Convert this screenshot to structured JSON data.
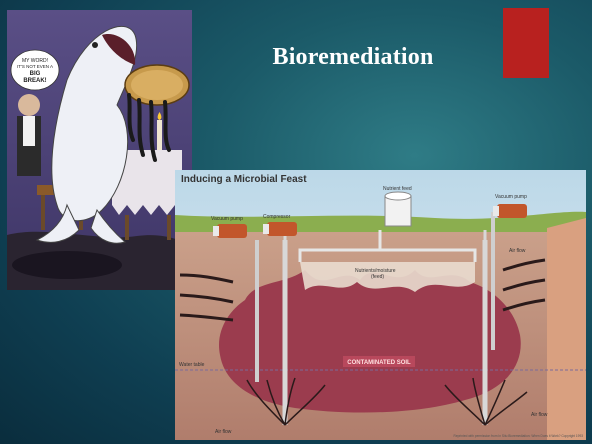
{
  "slide": {
    "title": "Bioremediation"
  },
  "cartoon": {
    "speech_bubble": [
      "MY WORD!",
      "IT'S NOT EVEN A",
      "BIG",
      "BREAK!"
    ]
  },
  "diagram": {
    "heading": "Inducing a Microbial Feast",
    "labels": {
      "vacuum_pump_left": "Vacuum pump",
      "compressor": "Compressor",
      "nutrient_feed": "Nutrient feed",
      "vacuum_pump_right": "Vacuum pump",
      "air_flow_right": "Air flow",
      "nutrients_moisture": [
        "Nutrients/moisture",
        "(feed)"
      ],
      "contaminated_soil": "CONTAMINATED SOIL",
      "water_table": "Water table",
      "air_flow_bottom_left": "Air flow",
      "air_flow_bottom_right": "Air flow"
    },
    "credit": "Reprinted with permission from In Situ Bioremediation: When Does it Work? Copyright 1993"
  },
  "colors": {
    "accent_red": "#b8211f",
    "title_text": "#ffffff",
    "contaminated_soil": "#9b3c4e"
  }
}
